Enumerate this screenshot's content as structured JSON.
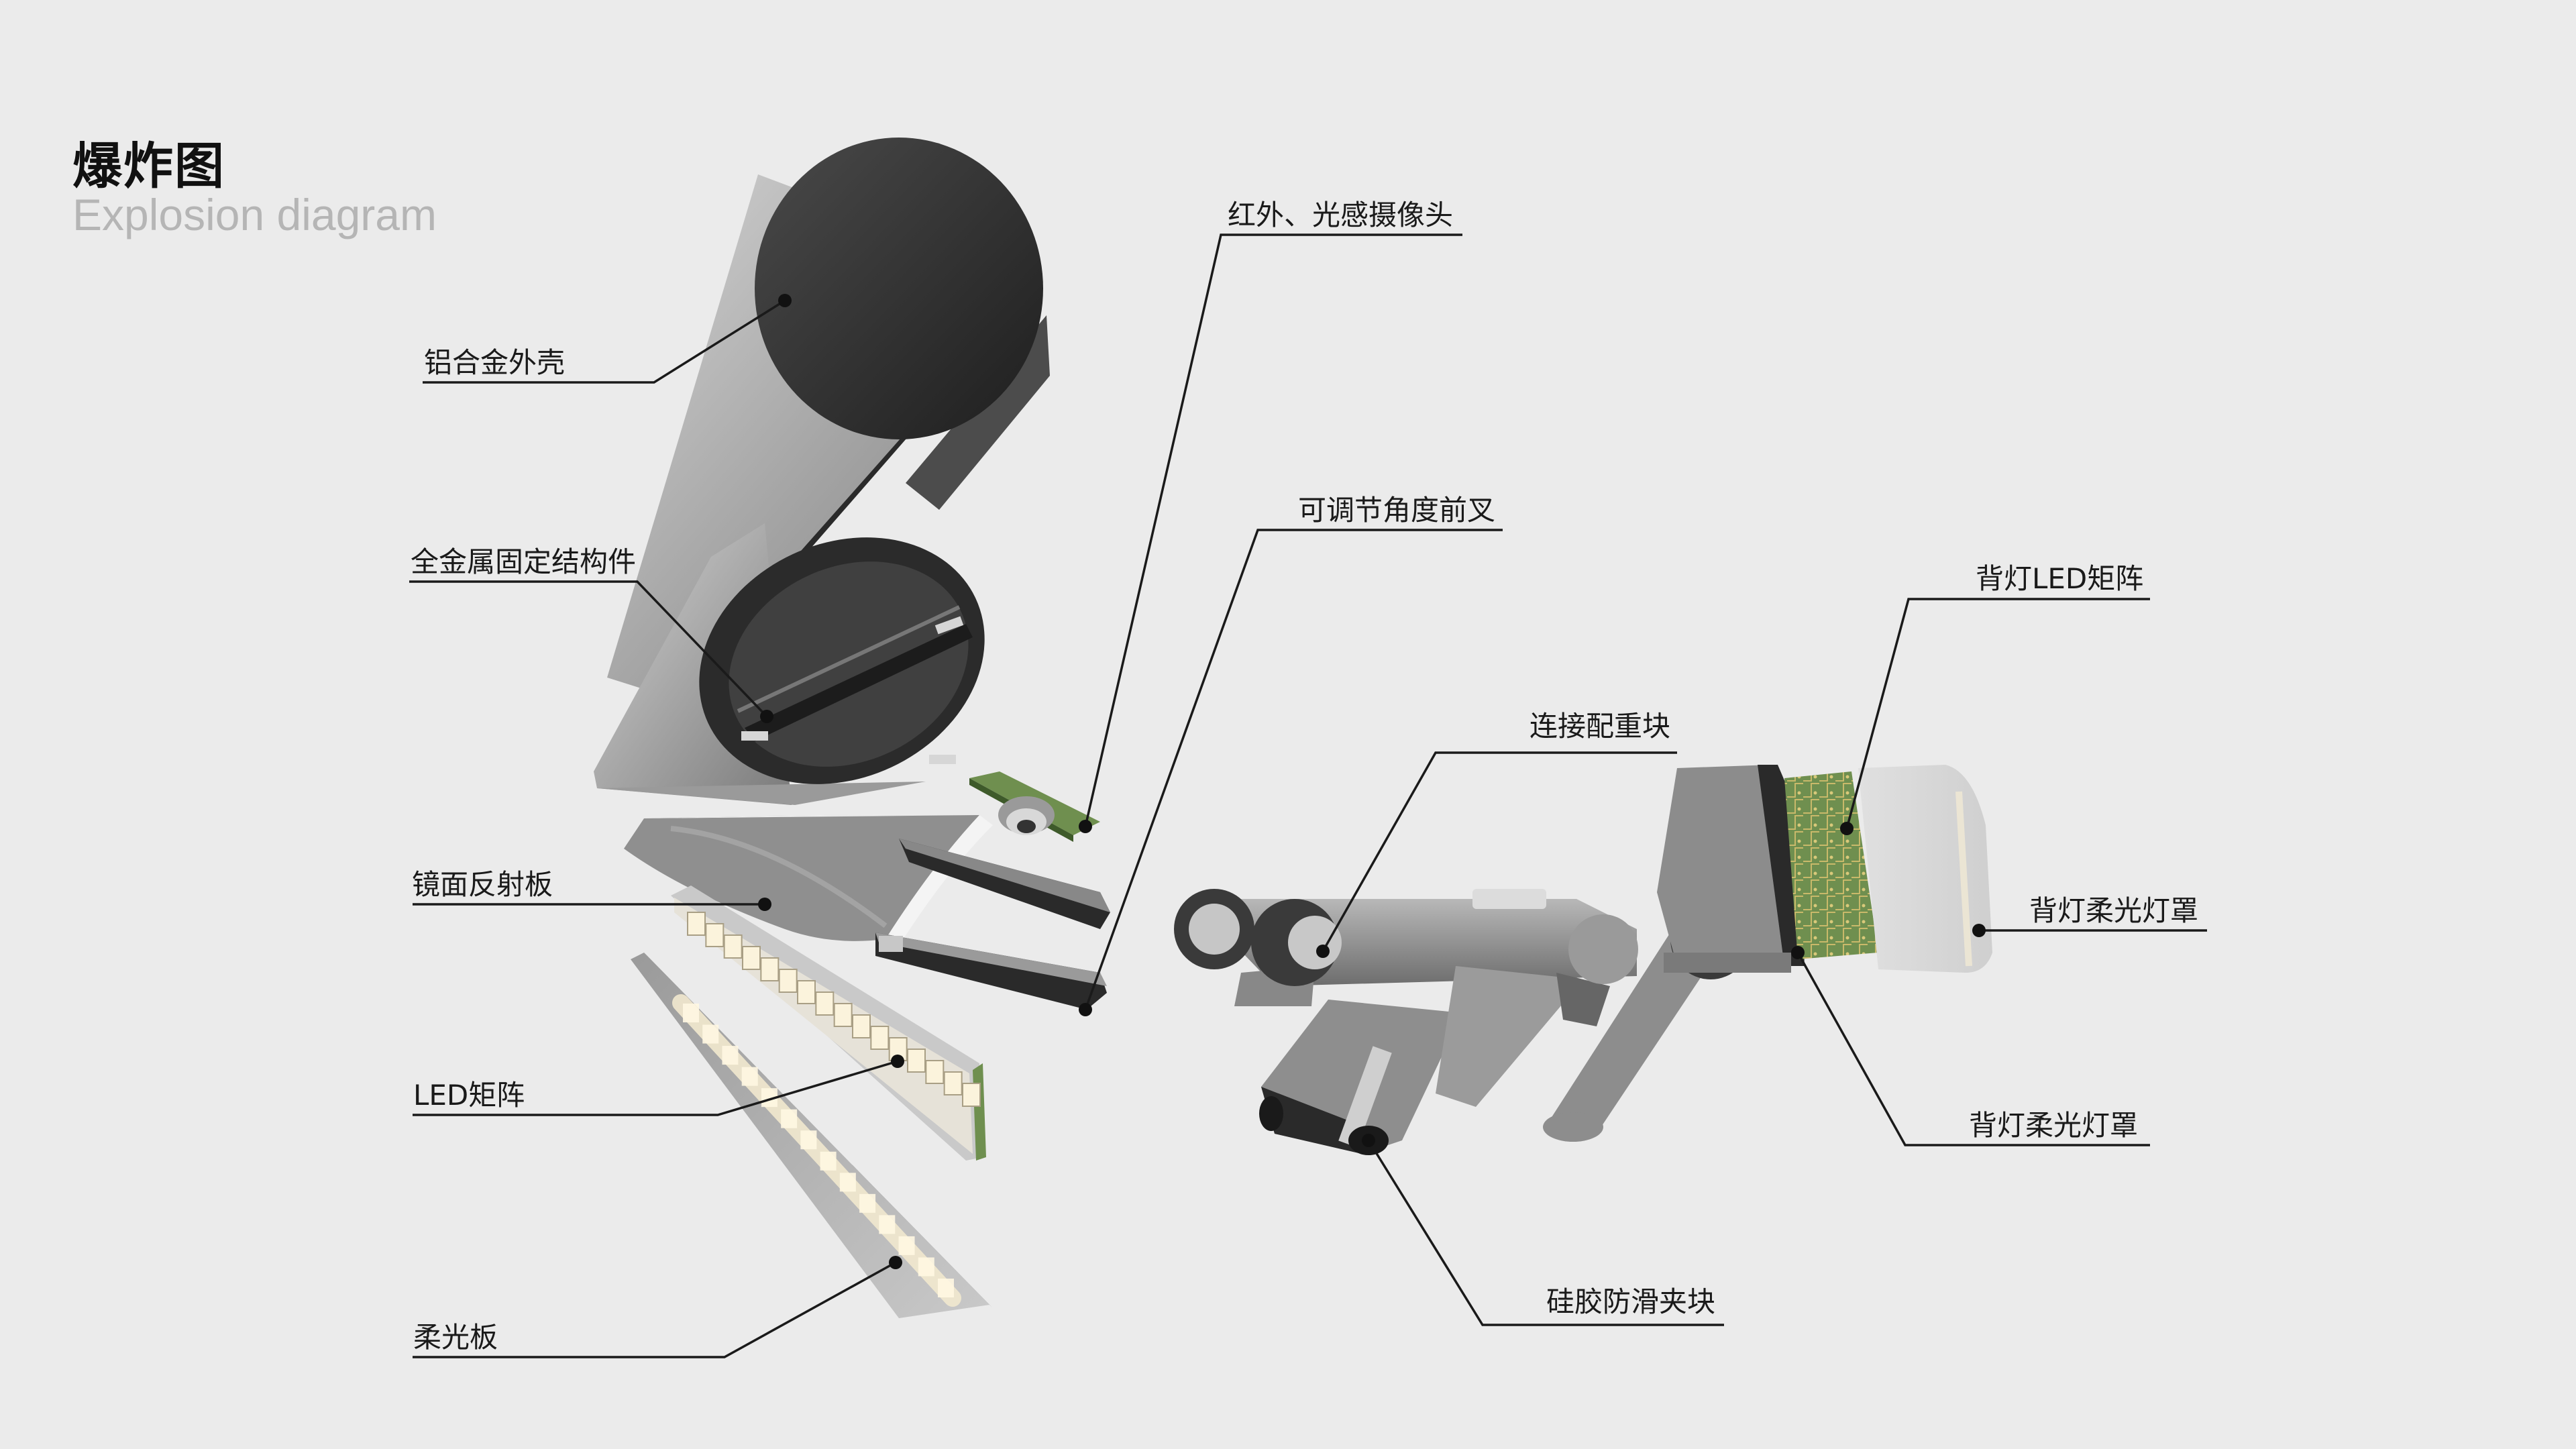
{
  "title": {
    "cn": "爆炸图",
    "en": "Explosion diagram"
  },
  "labels": {
    "aluminum_shell": "铝合金外壳",
    "metal_structure": "全金属固定结构件",
    "mirror_reflector": "镜面反射板",
    "led_matrix": "LED矩阵",
    "diffuser_plate": "柔光板",
    "ir_camera": "红外、光感摄像头",
    "adjustable_fork": "可调节角度前叉",
    "counterweight": "连接配重块",
    "backlight_led_matrix": "背灯LED矩阵",
    "backlight_cover_1": "背灯柔光灯罩",
    "backlight_cover_2": "背灯柔光灯罩",
    "silicone_clamp": "硅胶防滑夹块"
  },
  "colors": {
    "background": "#ebebeb",
    "dark_metal": "#2e2e2e",
    "grey_metal": "#8a8a8a",
    "light_metal": "#bdbdbd",
    "pcb_green": "#6f8f4f",
    "led_warm": "#f3e7c9",
    "leader_line": "#1a1a1a"
  }
}
